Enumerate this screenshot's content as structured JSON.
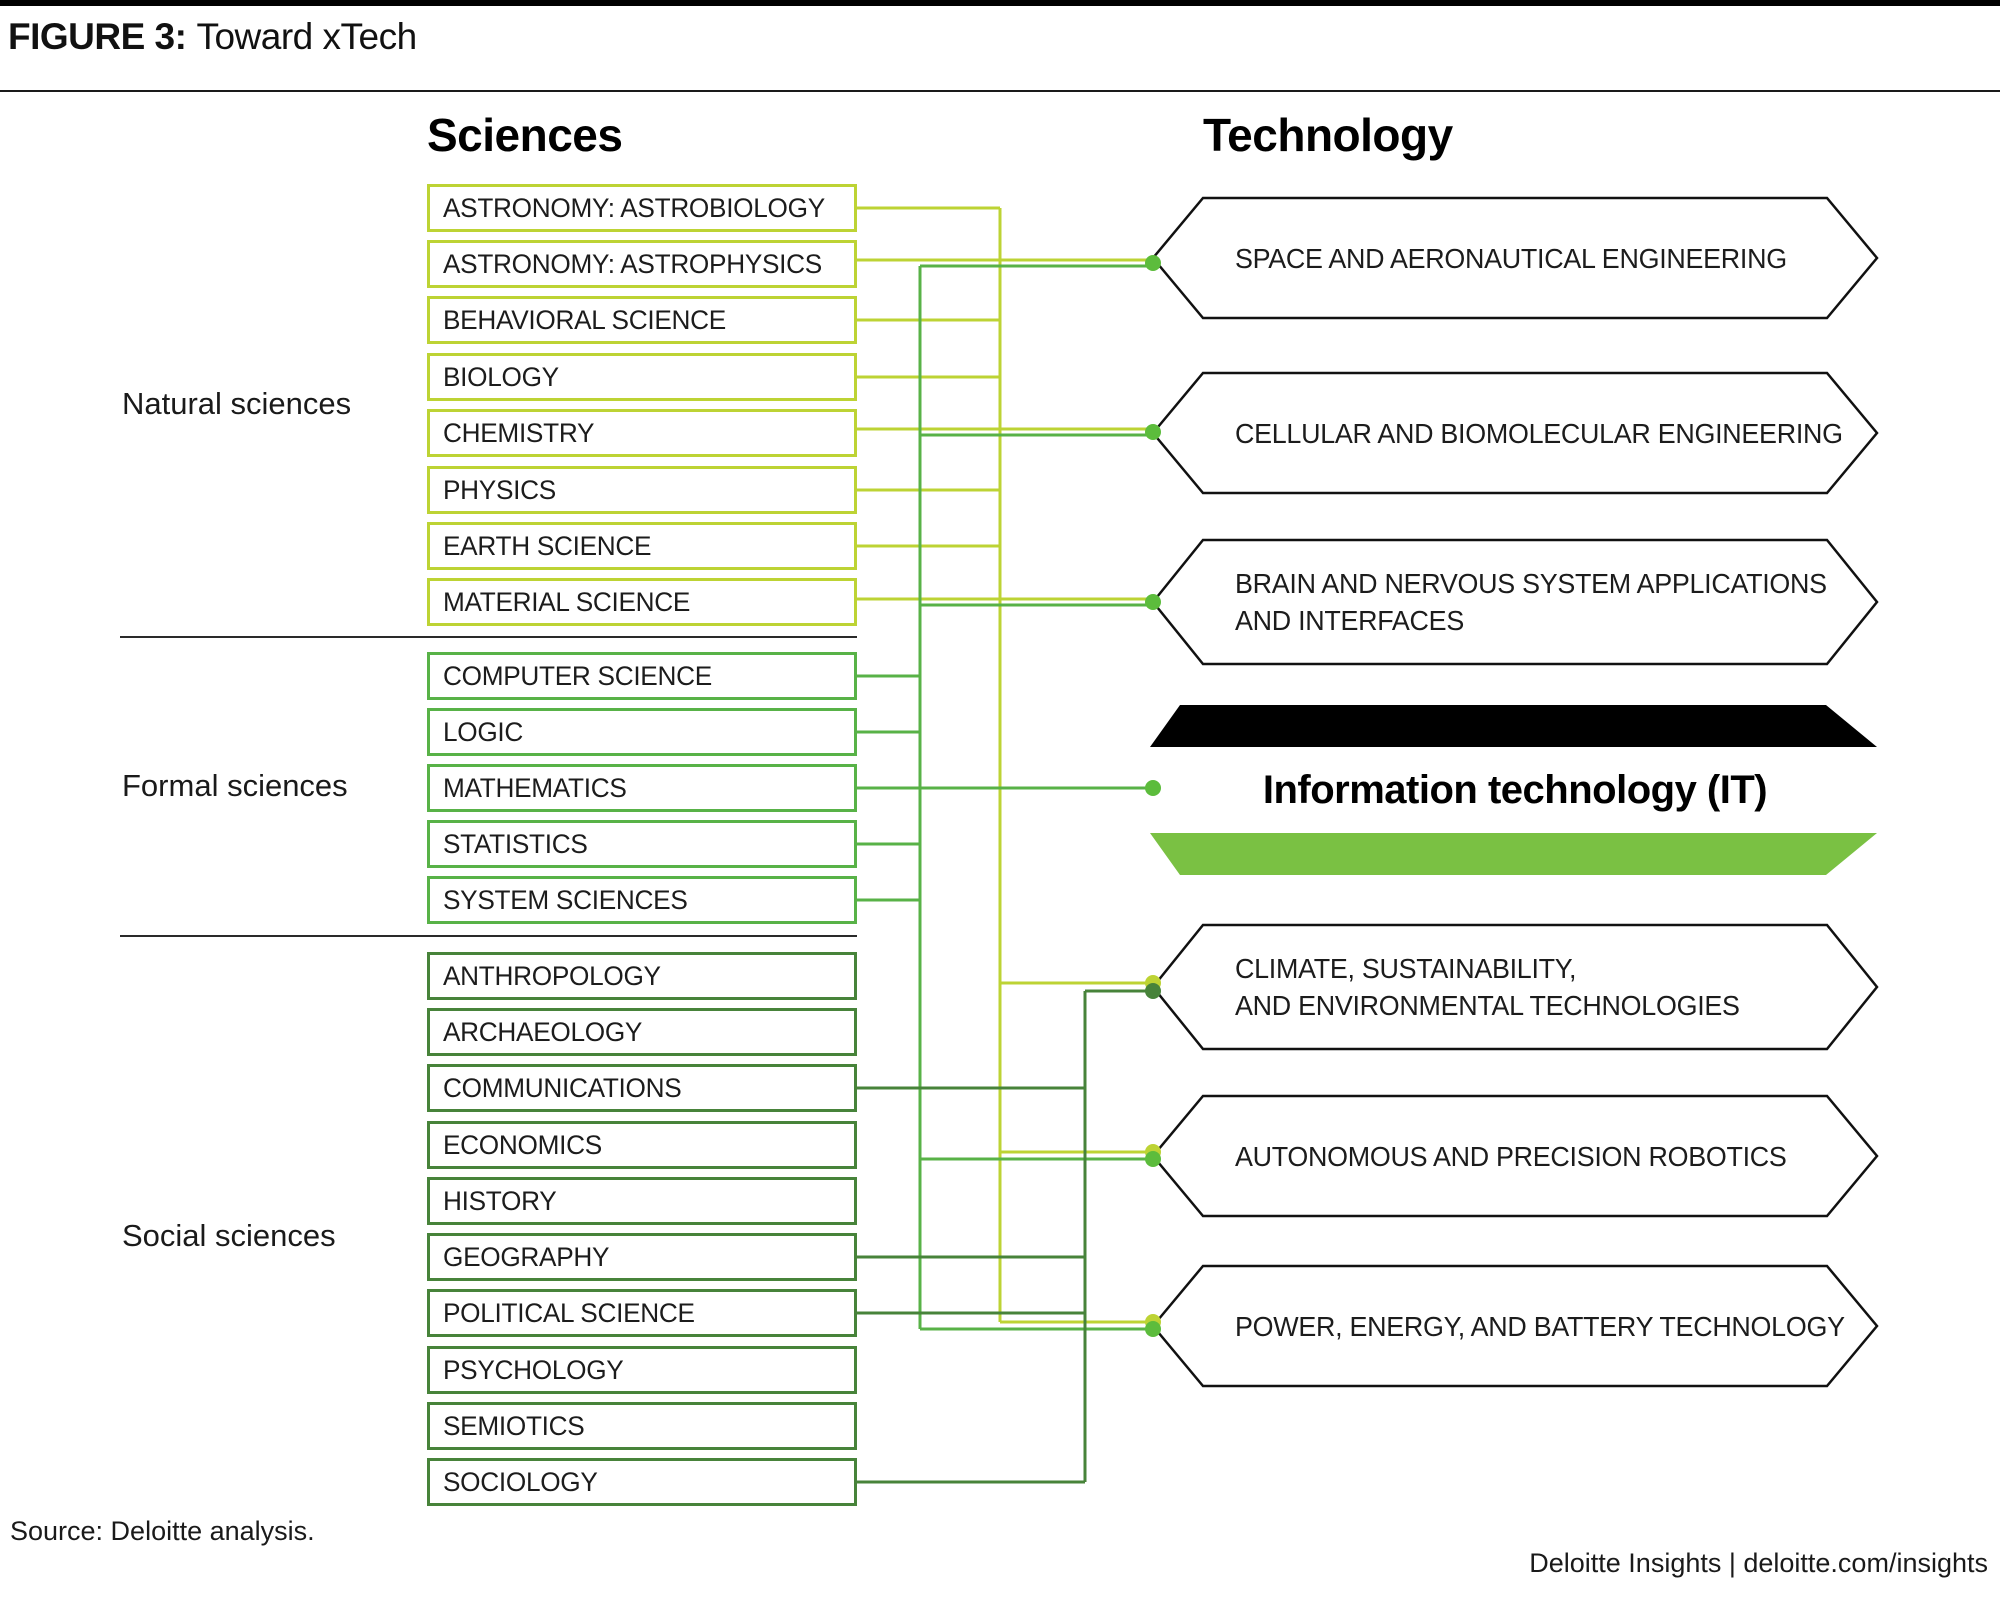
{
  "figure": {
    "label": "FIGURE 3:",
    "title": "Toward xTech"
  },
  "headers": {
    "left": "Sciences",
    "right": "Technology"
  },
  "groups": [
    {
      "label": "Natural sciences",
      "items": [
        "ASTRONOMY: ASTROBIOLOGY",
        "ASTRONOMY: ASTROPHYSICS",
        "BEHAVIORAL SCIENCE",
        "BIOLOGY",
        "CHEMISTRY",
        "PHYSICS",
        "EARTH SCIENCE",
        "MATERIAL SCIENCE"
      ]
    },
    {
      "label": "Formal sciences",
      "items": [
        "COMPUTER SCIENCE",
        "LOGIC",
        "MATHEMATICS",
        "STATISTICS",
        "SYSTEM SCIENCES"
      ]
    },
    {
      "label": "Social sciences",
      "items": [
        "ANTHROPOLOGY",
        "ARCHAEOLOGY",
        "COMMUNICATIONS",
        "ECONOMICS",
        "HISTORY",
        "GEOGRAPHY",
        "POLITICAL SCIENCE",
        "PSYCHOLOGY",
        "SEMIOTICS",
        "SOCIOLOGY"
      ]
    }
  ],
  "technology": {
    "hexagons": [
      {
        "lines": [
          "SPACE AND AERONAUTICAL ENGINEERING"
        ]
      },
      {
        "lines": [
          "CELLULAR AND BIOMOLECULAR ENGINEERING"
        ]
      },
      {
        "lines": [
          "BRAIN AND NERVOUS SYSTEM APPLICATIONS",
          "AND INTERFACES"
        ]
      },
      {
        "lines": [
          "CLIMATE, SUSTAINABILITY,",
          "AND ENVIRONMENTAL TECHNOLOGIES"
        ]
      },
      {
        "lines": [
          "AUTONOMOUS AND PRECISION ROBOTICS"
        ]
      },
      {
        "lines": [
          "POWER, ENERGY, AND BATTERY TECHNOLOGY"
        ]
      }
    ],
    "it_banner": "Information technology (IT)"
  },
  "footer": {
    "source": "Source: Deloitte analysis.",
    "brand": "Deloitte Insights | deloitte.com/insights"
  },
  "colors": {
    "natural_line": "#bdd334",
    "formal_line": "#58b247",
    "social_line": "#47833a",
    "node_dot": "#5cbc3c",
    "it_green": "#7ac143",
    "hexagon_border": "#111111",
    "top_bar": "#000000"
  }
}
